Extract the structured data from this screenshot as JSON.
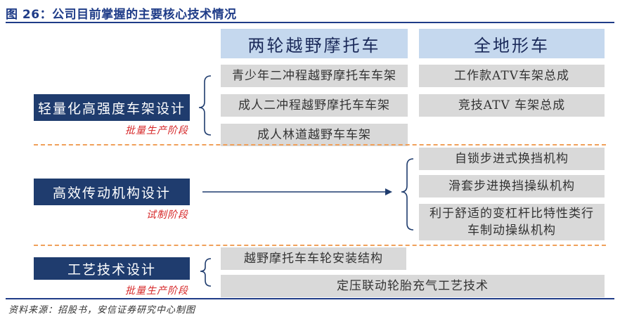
{
  "title": "图 26：公司目前掌握的主要核心技术情况",
  "columns": {
    "left": "两轮越野摩托车",
    "right": "全地形车"
  },
  "sections": [
    {
      "label": "轻量化高强度车架设计",
      "stage": "批量生产阶段",
      "left_items": [
        "青少年二冲程越野摩托车车架",
        "成人二冲程越野摩托车车架",
        "成人林道越野车车架"
      ],
      "right_items": [
        "工作款ATV车架总成",
        "竞技ATV 车架总成"
      ]
    },
    {
      "label": "高效传动机构设计",
      "stage": "试制阶段",
      "right_items": [
        "自锁步进式换挡机构",
        "滑套步进换挡操纵机构",
        "利于舒适的变杠杆比特性类行车制动操纵机构"
      ]
    },
    {
      "label": "工艺技术设计",
      "stage": "批量生产阶段",
      "left_items": [
        "越野摩托车车轮安装结构"
      ],
      "wide_items": [
        "定压联动轮胎充气工艺技术"
      ]
    }
  ],
  "source": "资料来源：招股书，安信证券研究中心制图",
  "colors": {
    "title": "#1f3c88",
    "header_fill": "#c5d8ee",
    "cell_fill": "#d9d9d9",
    "label_fill": "#1f3c6e",
    "stage_text": "#d62728",
    "divider": "#f0a05a"
  }
}
